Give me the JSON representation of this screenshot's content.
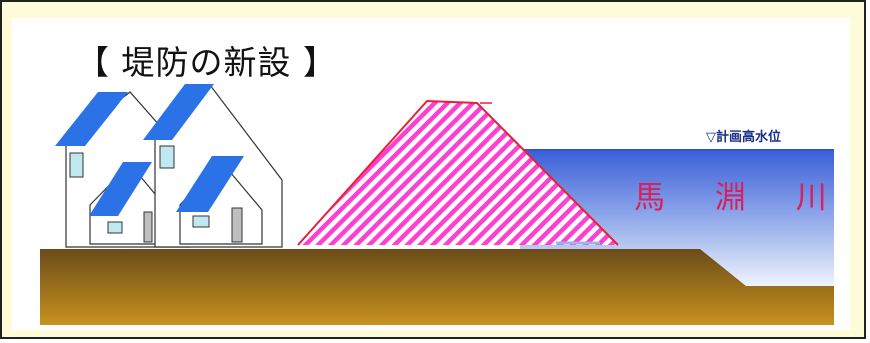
{
  "title": "【 堤防の新設 】",
  "labels": {
    "water_level": "▽計画高水位",
    "river_name": "馬 淵 川"
  },
  "colors": {
    "frame_background": "#fefbd8",
    "roof": "#2a72e6",
    "levee_hatch": "#ff3fd0",
    "levee_outline": "#e8203a",
    "water_top": "#2f54d6",
    "ground_top": "#6b4b1a",
    "ground_bottom": "#c8921e"
  },
  "icons": [
    "house-icon",
    "house-icon"
  ]
}
